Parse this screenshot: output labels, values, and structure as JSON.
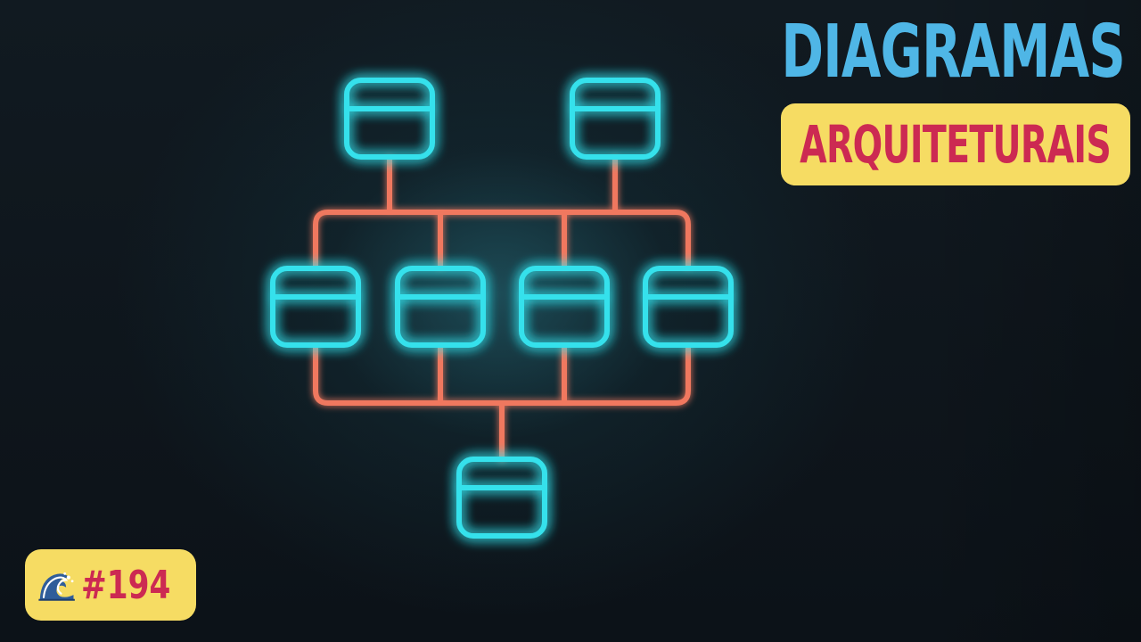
{
  "title": {
    "main": "DIAGRAMAS",
    "sub": "ARQUITETURAIS"
  },
  "badge": {
    "icon": "wave-icon",
    "number": "#194"
  },
  "colors": {
    "node": "#36e1ec",
    "connector": "#f0785e",
    "title_main": "#4fb6e6",
    "pill": "#f6dc63",
    "pill_text": "#cc2a52"
  },
  "diagram": {
    "top_nodes": 2,
    "middle_nodes": 4,
    "bottom_nodes": 1
  }
}
